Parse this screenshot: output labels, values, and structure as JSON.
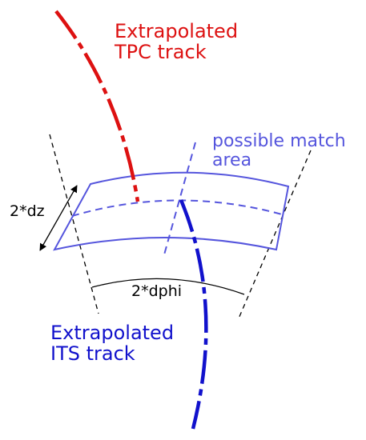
{
  "labels": {
    "tpc_track": [
      "Extrapolated",
      "TPC track"
    ],
    "its_track": [
      "Extrapolated",
      "ITS track"
    ],
    "match_area": [
      "possible match",
      "area"
    ],
    "dz": "2*dz",
    "dphi": "2*dphi"
  },
  "colors": {
    "tpc": "#dd1111",
    "its": "#1111cc",
    "match": "#5555dd",
    "guide": "#000000"
  }
}
